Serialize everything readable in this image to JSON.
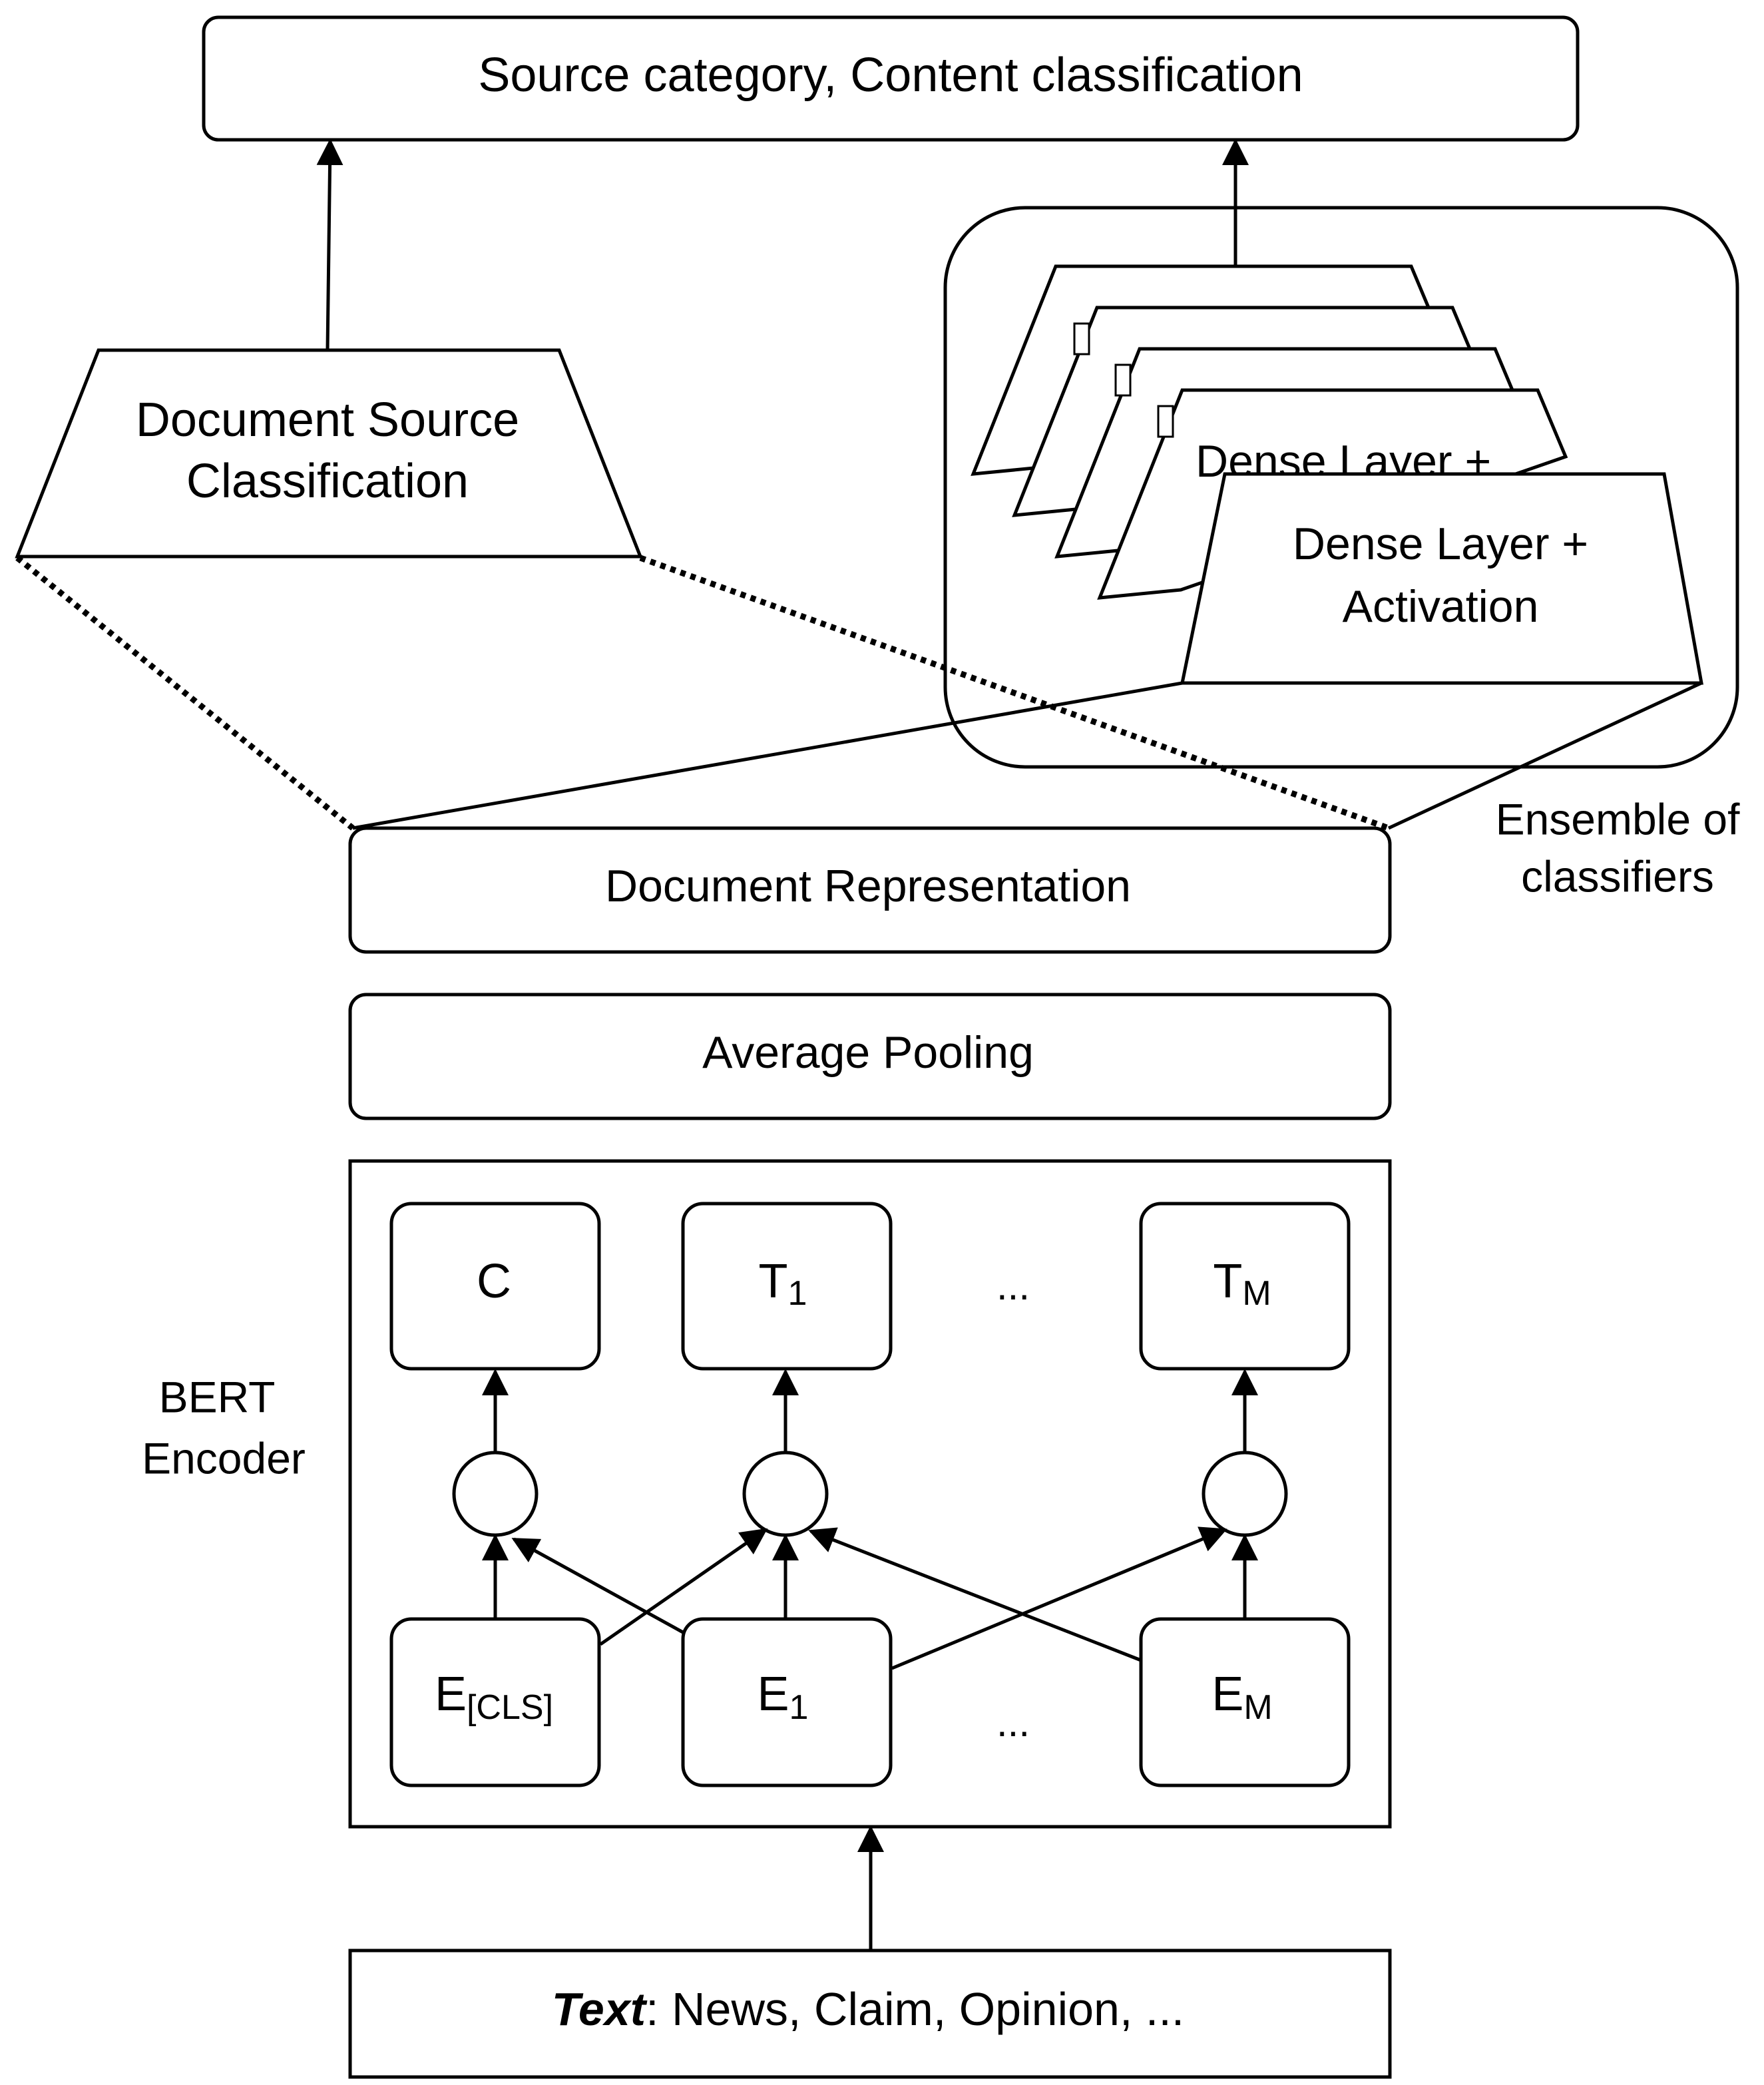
{
  "output_box": {
    "label": "Source category, Content classification"
  },
  "source_classifier": {
    "line1": "Document Source",
    "line2": "Classification"
  },
  "ensemble": {
    "card_line1": "Dense Layer +",
    "card_line2": "Activation",
    "caption_line1": "Ensemble of",
    "caption_line2": "classifiers"
  },
  "doc_representation": {
    "label": "Document Representation"
  },
  "average_pooling": {
    "label": "Average Pooling"
  },
  "bert": {
    "label_line1": "BERT",
    "label_line2": "Encoder",
    "outputs": [
      {
        "main": "C",
        "sub": ""
      },
      {
        "main": "T",
        "sub": "1"
      },
      {
        "main": "T",
        "sub": "M"
      }
    ],
    "embeddings": [
      {
        "main": "E",
        "sub": "[CLS]"
      },
      {
        "main": "E",
        "sub": "1"
      },
      {
        "main": "E",
        "sub": "M"
      }
    ],
    "ellipsis": "..."
  },
  "input_box": {
    "text_bold": "Text",
    "text_rest": ": News, Claim, Opinion, ..."
  }
}
